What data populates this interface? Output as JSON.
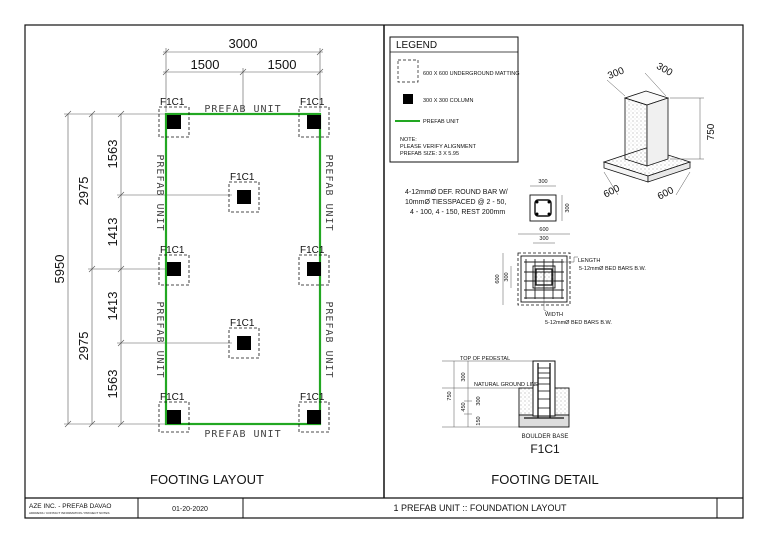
{
  "colors": {
    "prefab_line": "#22a722",
    "ink": "#111111",
    "dim": "#555555"
  },
  "layout": {
    "title": "FOOTING LAYOUT",
    "footing_label": "F1C1",
    "prefab_label": "PREFAB UNIT",
    "dims": {
      "overall_width": "3000",
      "half_width": "1500",
      "overall_height": "5950",
      "half_height": "2975",
      "seg_outer": "1563",
      "seg_inner": "1413"
    }
  },
  "legend": {
    "title": "LEGEND",
    "matting": "600 X 600 UNDERGROUND MATTING",
    "column": "300 X 300 COLUMN",
    "prefab": "PREFAB UNIT",
    "note_title": "NOTE:",
    "note_line1": "PLEASE VERIFY ALIGNMENT",
    "note_line2": "PREFAB SIZE: 3 X 5.95"
  },
  "iso": {
    "top_a": "300",
    "top_b": "300",
    "height": "750",
    "base_a": "600",
    "base_b": "600"
  },
  "detail": {
    "title": "FOOTING DETAIL",
    "column_spec": [
      "4-12mmØ DEF. ROUND BAR W/",
      "10mmØ TIESSPACED @ 2 - 50,",
      "4 - 100, 4 - 150, REST 200mm"
    ],
    "col_dim_w": "300",
    "col_dim_h": "300",
    "plan_outer": "600",
    "plan_inner": "300",
    "length_label": "LENGTH",
    "length_bars": "5-12mmØ BED BARS B.W.",
    "width_label": "WIDTH",
    "width_bars": "5-12mmØ BED BARS B.W.",
    "top_pedestal": "TOP OF PEDESTAL",
    "ngl": "NATURAL GROUND LINE",
    "sec_total": "750",
    "sec_300": "300",
    "sec_450": "450",
    "sec_300b": "300",
    "sec_150": "150",
    "boulder": "BOULDER BASE",
    "label": "F1C1"
  },
  "titleblock": {
    "company": "AZE INC. - PREFAB DAVAO",
    "company_sub": "ADDRESS / CONTACT INFORMATION / PROJECT NOTES",
    "date": "01-20-2020",
    "sheet_title": "1 PREFAB UNIT :: FOUNDATION LAYOUT"
  }
}
